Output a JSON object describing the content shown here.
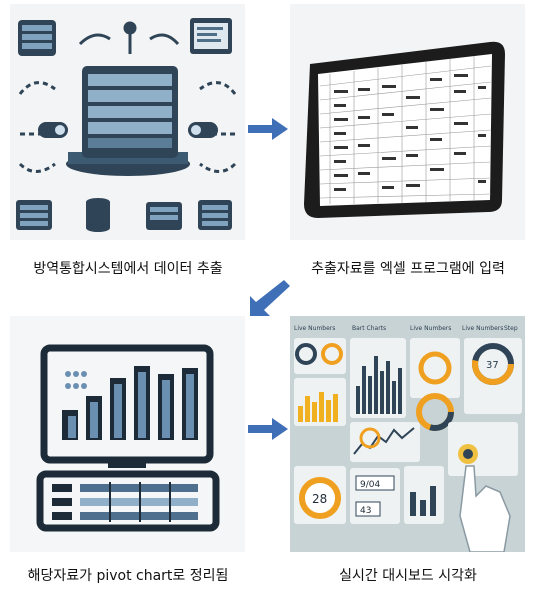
{
  "steps": [
    {
      "caption": "방역통합시스템에서 데이터 추출"
    },
    {
      "caption": "추출자료를 엑셀 프로그램에 입력"
    },
    {
      "caption": "해당자료가 pivot chart로 정리됨"
    },
    {
      "caption": "실시간 대시보드 시각화"
    }
  ],
  "dashboard": {
    "headers": [
      "Live Numbers",
      "Bart Charts",
      "Live Numbers",
      "Live Numbers",
      "Step"
    ],
    "gauge_value": "28",
    "box_value_1": "9/04",
    "box_value_2": "43",
    "ring_value": "37"
  },
  "colors": {
    "arrow": "#3f6fb6",
    "dark": "#2c3e50",
    "accent_orange": "#f0a020"
  }
}
